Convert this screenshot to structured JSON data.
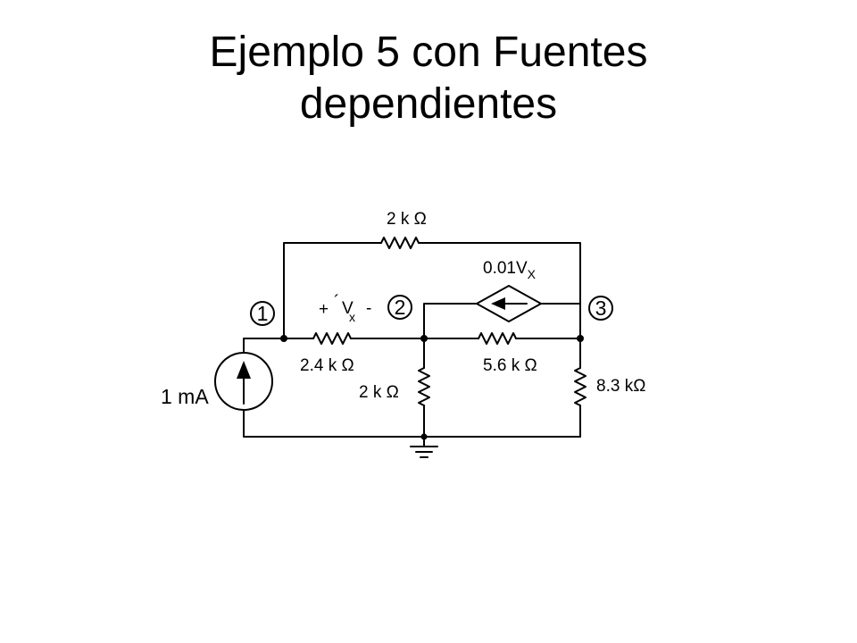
{
  "title": {
    "line1": "Ejemplo 5 con Fuentes",
    "line2": "dependientes"
  },
  "circuit": {
    "current_source": "1 mA",
    "r_top": "2 k Ω",
    "r_series": "2.4 k Ω",
    "r_shunt": "2 k Ω",
    "r_middle": "5.6 k Ω",
    "r_right": "8.3  kΩ",
    "dependent_source_coef": "0.01V",
    "dependent_source_sub": "X",
    "vx_plus": "+",
    "vx_tick": "´",
    "vx_symbol": "V",
    "vx_sub": "x",
    "vx_minus": "-",
    "nodes": [
      "1",
      "2",
      "3"
    ]
  }
}
